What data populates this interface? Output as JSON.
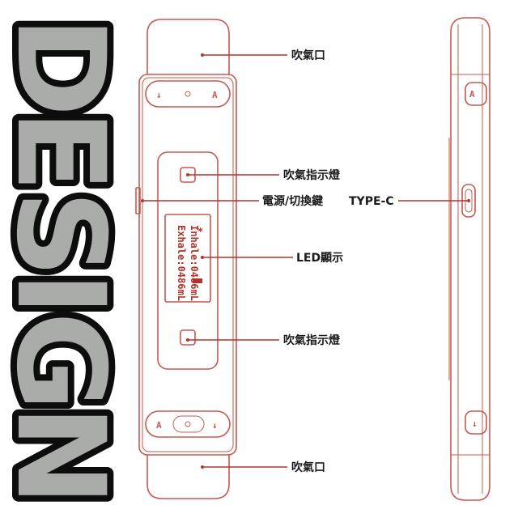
{
  "side_banner": {
    "letters": [
      "D",
      "E",
      "S",
      "I",
      "G",
      "N"
    ]
  },
  "callouts": {
    "mouthpiece_top": "吹氣口",
    "indicator_top": "吹氣指示燈",
    "power_key": "電源/切換鍵",
    "type_c": "TYPE-C",
    "led_display": "LED顯示",
    "indicator_bottom": "吹氣指示燈",
    "mouthpiece_bottom": "吹氣口"
  },
  "device_screen": {
    "line1": "Exhale:0486mL",
    "line2": "Inhale:0486mL",
    "symbol": "*"
  },
  "button_glyphs": {
    "top_left": "↓",
    "top_right": "A",
    "bottom_left": "A",
    "bottom_right": "↓"
  },
  "colors": {
    "outline": "#c8584f",
    "leader": "#b3332b",
    "banner_fill": "#a9aca9",
    "banner_stroke": "#0d0d0d"
  }
}
